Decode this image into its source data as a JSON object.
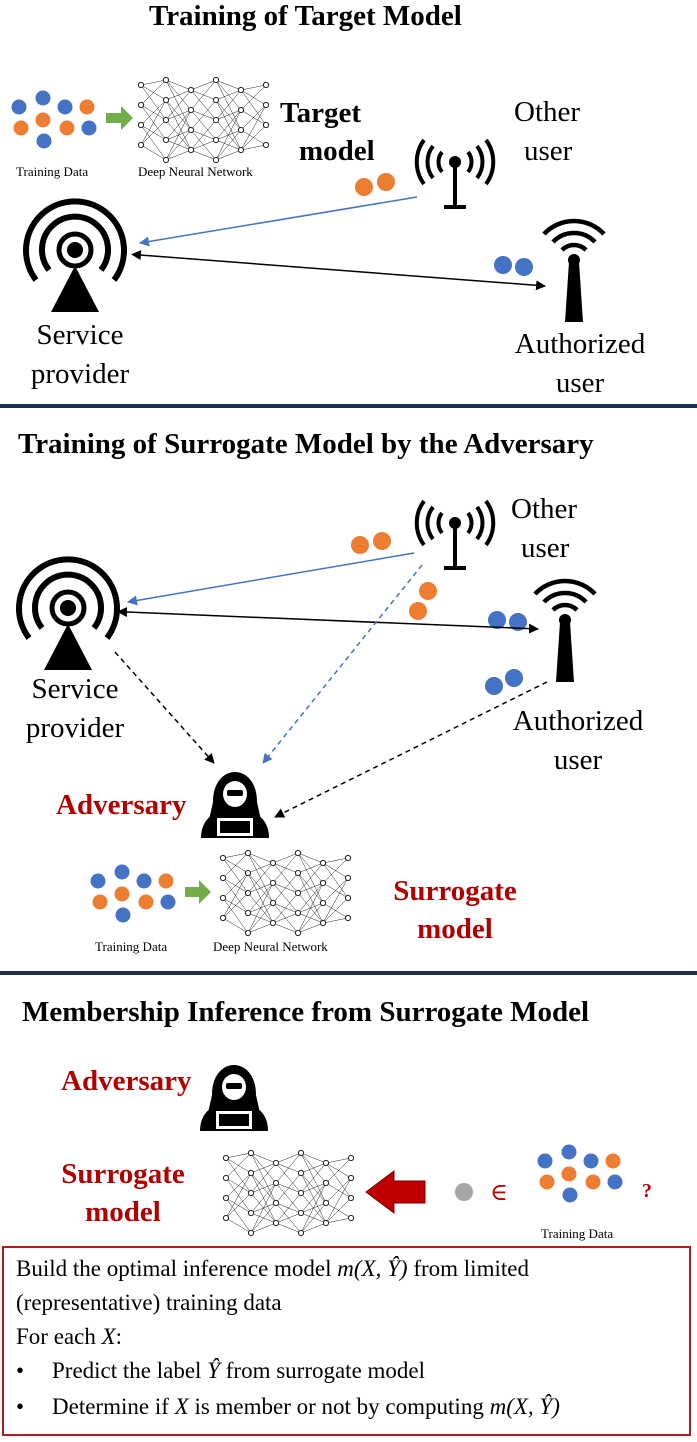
{
  "section1": {
    "title": "Training of Target Model",
    "training_data": "Training Data",
    "dnn": "Deep Neural Network",
    "target_model_1": "Target",
    "target_model_2": "model",
    "other_user_1": "Other",
    "other_user_2": "user",
    "service_provider_1": "Service",
    "service_provider_2": "provider",
    "authorized_user_1": "Authorized",
    "authorized_user_2": "user"
  },
  "section2": {
    "title": "Training of Surrogate Model by the Adversary",
    "other_user_1": "Other",
    "other_user_2": "user",
    "service_provider_1": "Service",
    "service_provider_2": "provider",
    "authorized_user_1": "Authorized",
    "authorized_user_2": "user",
    "adversary": "Adversary",
    "training_data": "Training Data",
    "dnn": "Deep Neural Network",
    "surrogate_1": "Surrogate",
    "surrogate_2": "model"
  },
  "section3": {
    "title": "Membership Inference from Surrogate Model",
    "adversary": "Adversary",
    "surrogate_1": "Surrogate",
    "surrogate_2": "model",
    "element_of": "∈",
    "question": "?",
    "training_data": "Training Data"
  },
  "box": {
    "line1_a": "Build  the optimal inference model ",
    "line1_m": "m",
    "line1_b": "(X, Ŷ)",
    "line1_c": " from limited",
    "line2": "(representative) training data",
    "line3_a": "For each ",
    "line3_x": "X",
    "line3_b": ":",
    "bullet": "•",
    "b1_a": "Predict the label ",
    "b1_y": "Ŷ",
    "b1_b": " from surrogate model",
    "b2_a": "Determine if ",
    "b2_x": "X",
    "b2_b": " is member or not by computing ",
    "b2_m": "m",
    "b2_c": "(X, Ŷ)"
  },
  "colors": {
    "blue_dot": "#4472c4",
    "orange_dot": "#ed7d31",
    "red_text": "#b20000",
    "divider": "#1f2f4f",
    "box_border": "#b01c1c",
    "blue_arrow": "#4472c4",
    "green_arrow": "#70ad47",
    "red_arrow": "#c00000"
  },
  "icons": [
    "antenna-icon",
    "wifi-tower-icon",
    "broadcast-icon",
    "hacker-icon",
    "neural-network-icon",
    "arrow-icon"
  ]
}
